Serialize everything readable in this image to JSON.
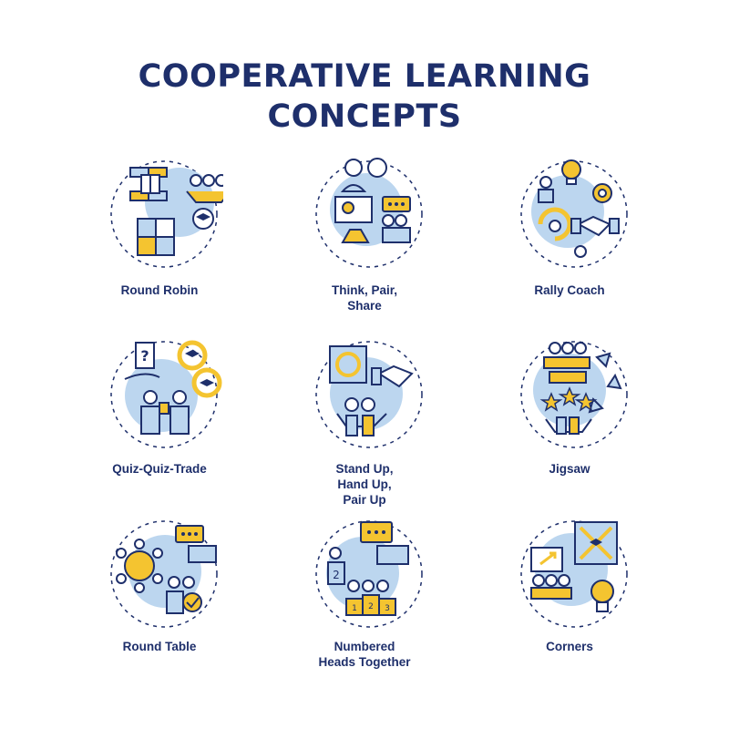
{
  "title": {
    "line1": "COOPERATIVE LEARNING",
    "line2": "CONCEPTS"
  },
  "colors": {
    "navy": "#1e2f6b",
    "yellow": "#f4c430",
    "lightblue": "#bcd6ef",
    "outline": "#1e2f6b"
  },
  "concepts": [
    {
      "lines": [
        "Round Robin"
      ],
      "icon": "hands-puzzle-graduation-icon"
    },
    {
      "lines": [
        "Think, Pair,",
        "Share"
      ],
      "icon": "thinking-people-chat-icon"
    },
    {
      "lines": [
        "Rally Coach"
      ],
      "icon": "lightbulb-gear-handshake-icon"
    },
    {
      "lines": [
        "Quiz-Quiz-Trade"
      ],
      "icon": "question-card-exchange-icon"
    },
    {
      "lines": [
        "Stand Up,",
        "Hand Up,",
        "Pair Up"
      ],
      "icon": "refresh-handshake-group-icon"
    },
    {
      "lines": [
        "Jigsaw"
      ],
      "icon": "group-stars-arrows-icon"
    },
    {
      "lines": [
        "Round Table"
      ],
      "icon": "round-table-team-icon"
    },
    {
      "lines": [
        "Numbered",
        "Heads Together"
      ],
      "icon": "numbered-podium-chat-icon"
    },
    {
      "lines": [
        "Corners"
      ],
      "icon": "expand-arrows-lightbulb-icon"
    }
  ]
}
